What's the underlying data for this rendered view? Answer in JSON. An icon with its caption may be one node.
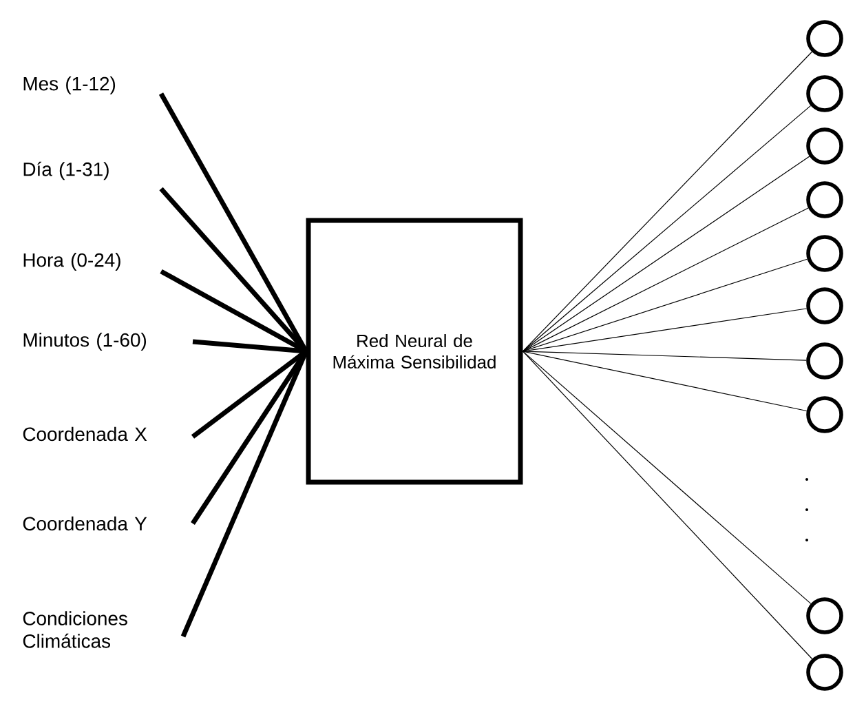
{
  "diagram": {
    "nodes": [
      {
        "text": [
          "Mes (1-12)"
        ]
      },
      {
        "text": [
          "Día (1-31)"
        ]
      },
      {
        "text": [
          "Hora (0-24)"
        ]
      },
      {
        "text": [
          "Minutos (1-60)"
        ]
      },
      {
        "text": [
          "Coordenada X"
        ]
      },
      {
        "text": [
          "Coordenada Y"
        ]
      },
      {
        "text": [
          "Condiciones Climáticas"
        ]
      },
      {
        "text": [
          "Red Neural de Máxima Sensibilidad"
        ]
      },
      {
        "text": [],
        "shape": "circle"
      },
      {
        "text": [],
        "shape": "circle"
      },
      {
        "text": [],
        "shape": "circle"
      },
      {
        "text": [],
        "shape": "circle"
      },
      {
        "text": [],
        "shape": "circle"
      },
      {
        "text": [],
        "shape": "circle"
      },
      {
        "text": [],
        "shape": "circle"
      },
      {
        "text": [],
        "shape": "circle"
      },
      {
        "text": [],
        "shape": "circle"
      },
      {
        "text": [],
        "shape": "circle"
      }
    ],
    "edges": [
      {
        "from": 0,
        "to": 7,
        "arrow": "none",
        "style": "thick"
      },
      {
        "from": 1,
        "to": 7,
        "arrow": "none",
        "style": "thick"
      },
      {
        "from": 2,
        "to": 7,
        "arrow": "none",
        "style": "thick"
      },
      {
        "from": 3,
        "to": 7,
        "arrow": "none",
        "style": "thick"
      },
      {
        "from": 4,
        "to": 7,
        "arrow": "none",
        "style": "thick"
      },
      {
        "from": 5,
        "to": 7,
        "arrow": "none",
        "style": "thick"
      },
      {
        "from": 6,
        "to": 7,
        "arrow": "none",
        "style": "thick"
      },
      {
        "from": 7,
        "to": 8,
        "arrow": "none"
      },
      {
        "from": 7,
        "to": 9,
        "arrow": "none"
      },
      {
        "from": 7,
        "to": 10,
        "arrow": "none"
      },
      {
        "from": 7,
        "to": 11,
        "arrow": "none"
      },
      {
        "from": 7,
        "to": 12,
        "arrow": "none"
      },
      {
        "from": 7,
        "to": 13,
        "arrow": "none"
      },
      {
        "from": 7,
        "to": 14,
        "arrow": "none"
      },
      {
        "from": 7,
        "to": 15,
        "arrow": "none"
      },
      {
        "from": 7,
        "to": 16,
        "arrow": "none"
      },
      {
        "from": 7,
        "to": 17,
        "arrow": "none"
      }
    ]
  }
}
